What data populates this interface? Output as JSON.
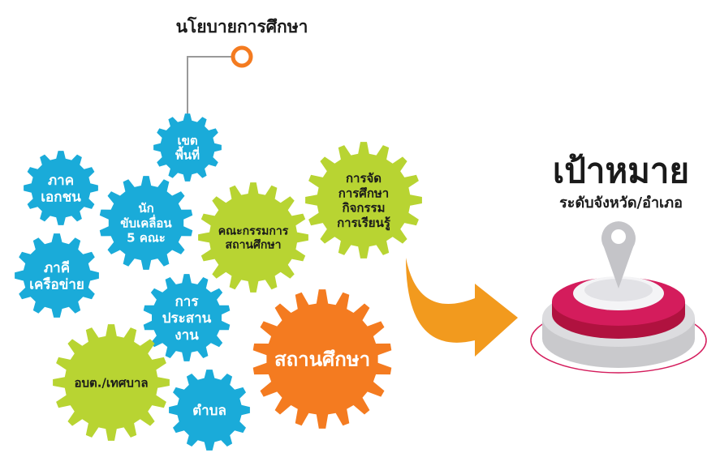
{
  "title": "นโยบายการศึกษา",
  "colors": {
    "blue": "#1aabd9",
    "green": "#b8d432",
    "orange": "#f47b20",
    "arrow": "#f29a1e",
    "connector": "#9a9a9a",
    "target_red": "#d41c5c",
    "title_text": "#1a1a1a"
  },
  "gears": [
    {
      "name": "gear-khet-phuenthi",
      "color": "blue",
      "lines": [
        "เขต",
        "พื้นที่"
      ]
    },
    {
      "name": "gear-phak-ekachon",
      "color": "blue",
      "lines": [
        "ภาค",
        "เอกชน"
      ]
    },
    {
      "name": "gear-nak-khapkhluean",
      "color": "blue",
      "lines": [
        "นัก",
        "ขับเคลื่อน",
        "5 คณะ"
      ]
    },
    {
      "name": "gear-khana-kammakan",
      "color": "green",
      "lines": [
        "คณะกรรมการ",
        "สถานศึกษา"
      ]
    },
    {
      "name": "gear-kan-chat-kansueksa",
      "color": "green",
      "lines": [
        "การจัด",
        "การศึกษา",
        "กิจกรรม",
        "การเรียนรู้"
      ]
    },
    {
      "name": "gear-phakhi-khruea-khai",
      "color": "blue",
      "lines": [
        "ภาคี",
        "เครือข่าย"
      ]
    },
    {
      "name": "gear-kan-prasan-ngan",
      "color": "blue",
      "lines": [
        "การ",
        "ประสาน",
        "งาน"
      ]
    },
    {
      "name": "gear-sathan-sueksa",
      "color": "orange",
      "lines": [
        "สถานศึกษา"
      ]
    },
    {
      "name": "gear-obt-thetsaban",
      "color": "green",
      "lines": [
        "อบต./เทศบาล"
      ]
    },
    {
      "name": "gear-tambon",
      "color": "blue",
      "lines": [
        "ตำบล"
      ]
    }
  ],
  "target": {
    "heading": "เป้าหมาย",
    "subheading": "ระดับจังหวัด/อำเภอ"
  }
}
